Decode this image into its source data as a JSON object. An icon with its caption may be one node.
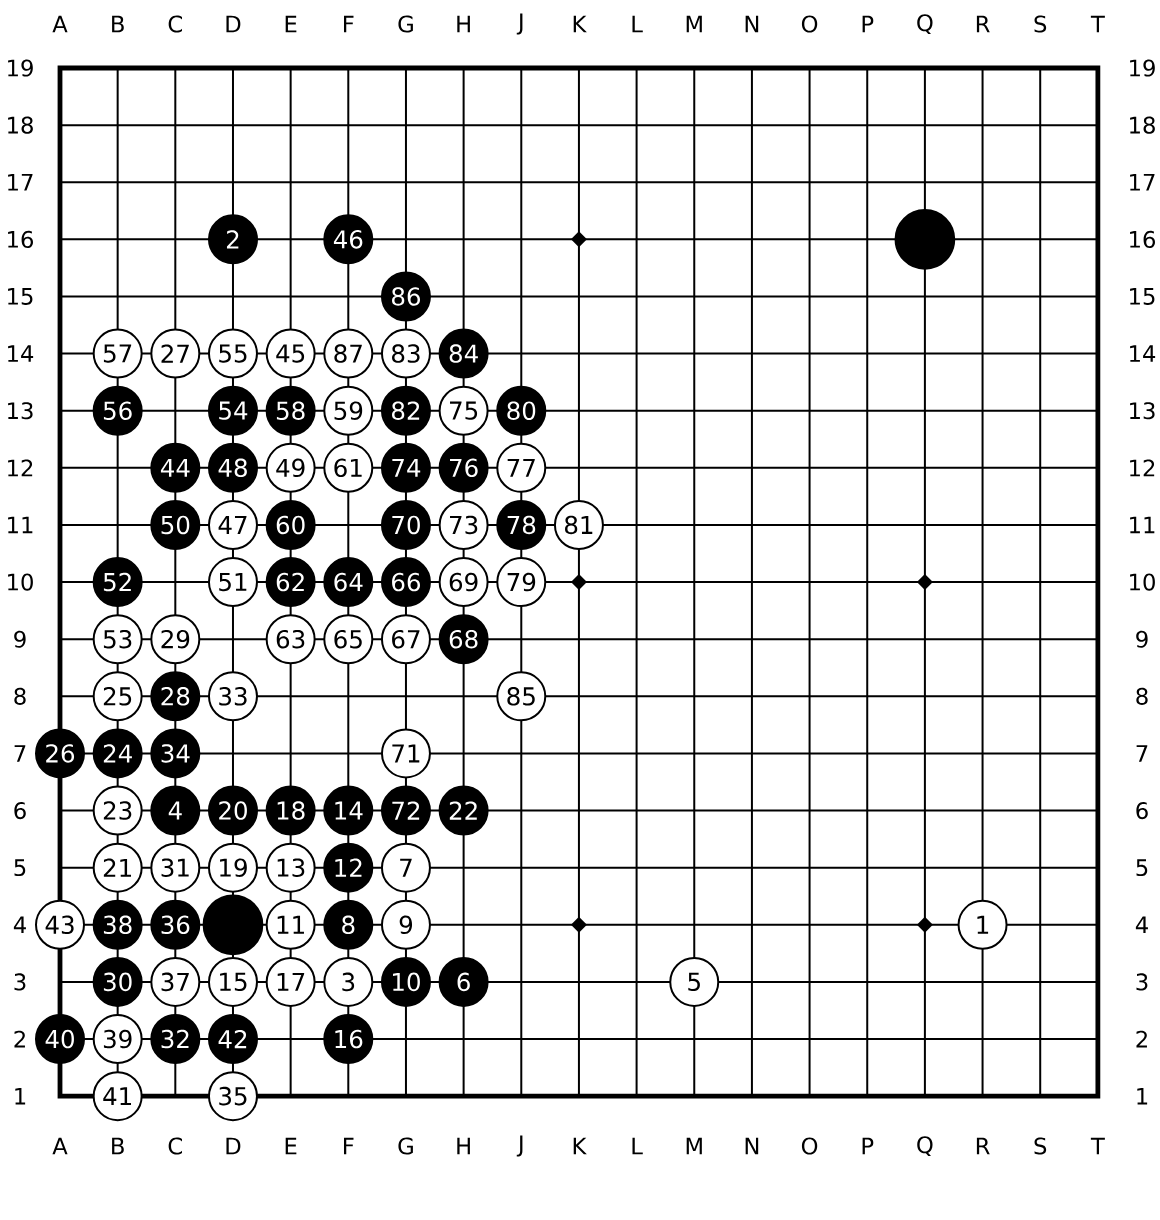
{
  "diagram": {
    "nodes": [
      {
        "text": [
          "2"
        ]
      },
      {
        "text": [
          "46"
        ]
      },
      {
        "text": [],
        "shape": "circle"
      },
      {
        "text": [
          "86"
        ]
      },
      {
        "text": [
          "57"
        ]
      },
      {
        "text": [
          "27"
        ]
      },
      {
        "text": [
          "55"
        ]
      },
      {
        "text": [
          "45"
        ]
      },
      {
        "text": [
          "87"
        ]
      },
      {
        "text": [
          "83"
        ]
      },
      {
        "text": [
          "84"
        ]
      },
      {
        "text": [
          "56"
        ]
      },
      {
        "text": [
          "54"
        ]
      },
      {
        "text": [
          "58"
        ]
      },
      {
        "text": [
          "59"
        ]
      },
      {
        "text": [
          "82"
        ]
      },
      {
        "text": [
          "75"
        ]
      },
      {
        "text": [
          "80"
        ]
      },
      {
        "text": [
          "44"
        ]
      },
      {
        "text": [
          "48"
        ]
      },
      {
        "text": [
          "49"
        ]
      },
      {
        "text": [
          "61"
        ]
      },
      {
        "text": [
          "74"
        ]
      },
      {
        "text": [
          "76"
        ]
      },
      {
        "text": [
          "77"
        ]
      },
      {
        "text": [
          "50"
        ]
      },
      {
        "text": [
          "47"
        ]
      },
      {
        "text": [
          "60"
        ]
      },
      {
        "text": [
          "70"
        ]
      },
      {
        "text": [
          "73"
        ]
      },
      {
        "text": [
          "78"
        ]
      },
      {
        "text": [
          "81"
        ]
      },
      {
        "text": [
          "52"
        ]
      },
      {
        "text": [
          "51"
        ]
      },
      {
        "text": [
          "62"
        ]
      },
      {
        "text": [
          "64"
        ]
      },
      {
        "text": [
          "66"
        ]
      },
      {
        "text": [
          "69"
        ]
      },
      {
        "text": [
          "79"
        ]
      },
      {
        "text": [
          "53"
        ]
      },
      {
        "text": [
          "29"
        ]
      },
      {
        "text": [
          "63"
        ]
      },
      {
        "text": [
          "65"
        ]
      },
      {
        "text": [
          "67"
        ]
      },
      {
        "text": [
          "68"
        ]
      },
      {
        "text": [
          "25"
        ]
      },
      {
        "text": [
          "28"
        ]
      },
      {
        "text": [
          "33"
        ]
      },
      {
        "text": [
          "85"
        ]
      },
      {
        "text": [
          "26"
        ]
      },
      {
        "text": [
          "24"
        ]
      },
      {
        "text": [
          "34"
        ]
      },
      {
        "text": [
          "71"
        ]
      },
      {
        "text": [
          "23"
        ]
      },
      {
        "text": [
          "4"
        ]
      },
      {
        "text": [
          "20"
        ]
      },
      {
        "text": [
          "18"
        ]
      },
      {
        "text": [
          "14"
        ]
      },
      {
        "text": [
          "72"
        ]
      },
      {
        "text": [
          "22"
        ]
      },
      {
        "text": [
          "21"
        ]
      },
      {
        "text": [
          "31"
        ]
      },
      {
        "text": [
          "19"
        ]
      },
      {
        "text": [
          "13"
        ]
      },
      {
        "text": [
          "12"
        ]
      },
      {
        "text": [
          "7"
        ]
      },
      {
        "text": [
          "43"
        ]
      },
      {
        "text": [
          "38"
        ]
      },
      {
        "text": [
          "36"
        ]
      },
      {
        "text": [],
        "shape": "circle"
      },
      {
        "text": [
          "11"
        ]
      },
      {
        "text": [
          "8"
        ]
      },
      {
        "text": [
          "9"
        ]
      },
      {
        "text": [
          "1"
        ]
      },
      {
        "text": [
          "30"
        ]
      },
      {
        "text": [
          "37"
        ]
      },
      {
        "text": [
          "15"
        ]
      },
      {
        "text": [
          "17"
        ]
      },
      {
        "text": [
          "3"
        ]
      },
      {
        "text": [
          "10"
        ]
      },
      {
        "text": [
          "6"
        ]
      },
      {
        "text": [
          "5"
        ]
      },
      {
        "text": [
          "40"
        ]
      },
      {
        "text": [
          "39"
        ]
      },
      {
        "text": [
          "32"
        ]
      },
      {
        "text": [
          "42"
        ]
      },
      {
        "text": [
          "16"
        ]
      },
      {
        "text": [
          "41"
        ]
      },
      {
        "text": [
          "35"
        ]
      }
    ],
    "labels": [
      "A",
      "B",
      "C",
      "D",
      "E",
      "F",
      "G",
      "H",
      "J",
      "K",
      "L",
      "M",
      "N",
      "O",
      "P",
      "Q",
      "R",
      "S",
      "T",
      "19",
      "19",
      "18",
      "18",
      "17",
      "17",
      "16",
      "16",
      "15",
      "15",
      "14",
      "14",
      "13",
      "13",
      "12",
      "12",
      "11",
      "11",
      "10",
      "10",
      "9",
      "9",
      "8",
      "8",
      "7",
      "7",
      "6",
      "6",
      "5",
      "5",
      "4",
      "4",
      "3",
      "3",
      "2",
      "2",
      "1",
      "1",
      "A",
      "B",
      "C",
      "D",
      "E",
      "F",
      "G",
      "H",
      "J",
      "K",
      "L",
      "M",
      "N",
      "O",
      "P",
      "Q",
      "R",
      "S",
      "T"
    ]
  }
}
